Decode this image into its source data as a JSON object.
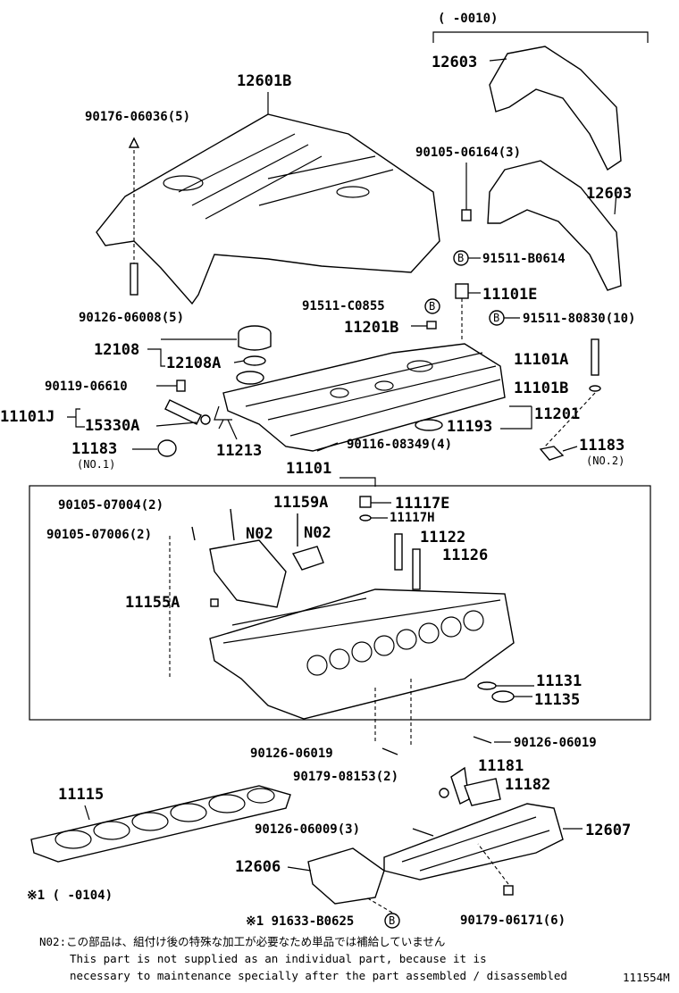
{
  "diagram": {
    "figure_id": "111554M",
    "labels": {
      "range_top": "(    -0010)",
      "p12603_top": "12603",
      "p12603_mid": "12603",
      "p12601b": "12601B",
      "p90176": "90176-06036(5)",
      "p90105_06164": "90105-06164(3)",
      "p91511_b0614": "91511-B0614",
      "p11101e": "11101E",
      "p91511_c0855": "91511-C0855",
      "p90126_06008": "90126-06008(5)",
      "p11201b": "11201B",
      "p91511_80830": "91511-80830(10)",
      "p12108": "12108",
      "p12108a": "12108A",
      "p11101a": "11101A",
      "p90119": "90119-06610",
      "p11101b": "11101B",
      "p11101j": "11101J",
      "p15330a": "15330A",
      "p11193": "11193",
      "p11201": "11201",
      "p11183_1": "11183",
      "no1": "(NO.1)",
      "p11213": "11213",
      "p90116": "90116-08349(4)",
      "p11183_2": "11183",
      "no2": "(NO.2)",
      "p11101": "11101",
      "p90105_07004": "90105-07004(2)",
      "p11159a": "11159A",
      "p11117e": "11117E",
      "p11117h": "11117H",
      "p90105_07006": "90105-07006(2)",
      "n02_a": "N02",
      "n02_b": "N02",
      "p11122": "11122",
      "p11126": "11126",
      "p11155a": "11155A",
      "p11131": "11131",
      "p11135": "11135",
      "p90126_06019_a": "90126-06019",
      "p90126_06019_b": "90126-06019",
      "p11181": "11181",
      "p90179_08153": "90179-08153(2)",
      "p11182": "11182",
      "p11115": "11115",
      "p90126_06009": "90126-06009(3)",
      "p12607": "12607",
      "p12606": "12606",
      "mark_0104": "※1 (    -0104)",
      "p91633": "※1 91633-B0625",
      "p90179_06171": "90179-06171(6)",
      "circle_b": "B"
    },
    "notes": {
      "jp": "N02:この部品は、組付け後の特殊な加工が必要なため単品では補給していません",
      "en1": "This part is not supplied as an individual part, because it is",
      "en2": "necessary to maintenance specially after the part assembled / disassembled"
    }
  }
}
